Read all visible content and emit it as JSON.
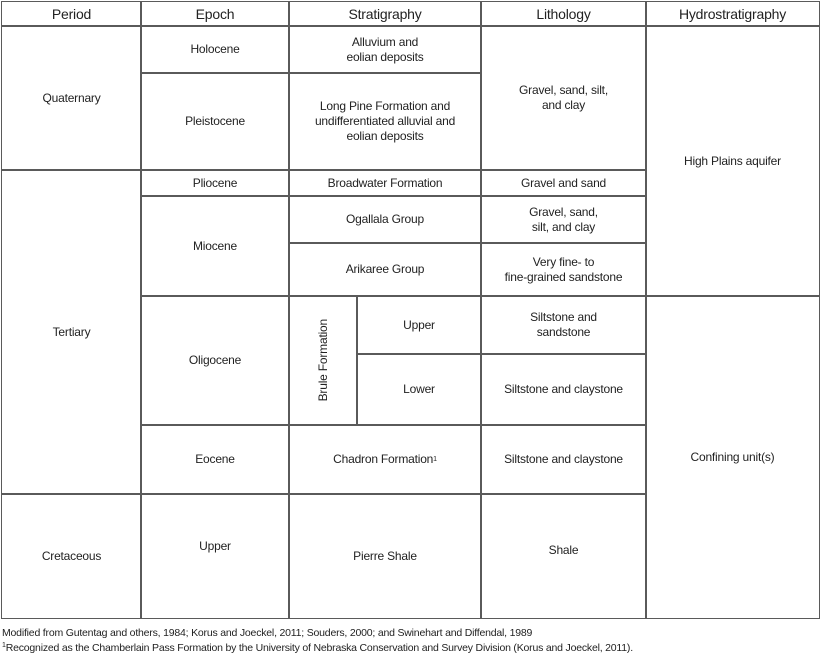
{
  "headers": {
    "period": "Period",
    "epoch": "Epoch",
    "stratigraphy": "Stratigraphy",
    "lithology": "Lithology",
    "hydrostratigraphy": "Hydrostratigraphy"
  },
  "periods": {
    "quaternary": "Quaternary",
    "tertiary": "Tertiary",
    "cretaceous": "Cretaceous"
  },
  "epochs": {
    "holocene": "Holocene",
    "pleistocene": "Pleistocene",
    "pliocene": "Pliocene",
    "miocene": "Miocene",
    "oligocene": "Oligocene",
    "eocene": "Eocene",
    "upper_cretaceous": "Upper"
  },
  "stratigraphy": {
    "alluvium": "Alluvium and\neolian deposits",
    "long_pine": "Long Pine Formation and\nundifferentiated alluvial and\neolian deposits",
    "broadwater": "Broadwater Formation",
    "ogallala": "Ogallala Group",
    "arikaree": "Arikaree Group",
    "brule": "Brule Formation",
    "brule_upper": "Upper",
    "brule_lower": "Lower",
    "chadron": "Chadron Formation",
    "chadron_note_mark": "1",
    "pierre": "Pierre Shale"
  },
  "lithology": {
    "quaternary": "Gravel, sand, silt,\nand clay",
    "pliocene": "Gravel and sand",
    "ogallala": "Gravel, sand,\nsilt, and clay",
    "arikaree": "Very fine- to\nfine-grained sandstone",
    "brule_upper": "Siltstone and\nsandstone",
    "brule_lower": "Siltstone and claystone",
    "chadron": "Siltstone and claystone",
    "pierre": "Shale"
  },
  "hydrostratigraphy": {
    "high_plains": "High Plains aquifer",
    "confining": "Confining unit(s)"
  },
  "footnotes": {
    "source": "Modified from Gutentag and others, 1984; Korus and Joeckel, 2011; Souders, 2000; and Swinehart and Diffendal, 1989",
    "note_mark": "1",
    "note1": "Recognized as the Chamberlain Pass Formation by the University of Nebraska Conservation and Survey Division (Korus and Joeckel, 2011)."
  }
}
